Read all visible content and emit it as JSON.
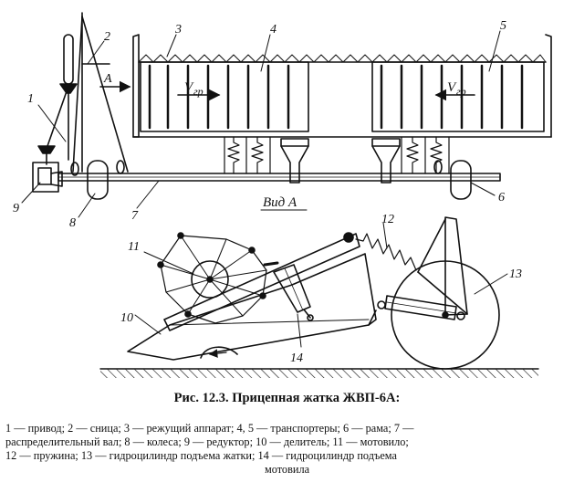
{
  "figure": {
    "labels": {
      "n1": "1",
      "n2": "2",
      "n3": "3",
      "n4": "4",
      "n5": "5",
      "n6": "6",
      "n7": "7",
      "n8": "8",
      "n9": "9",
      "n10": "10",
      "n11": "11",
      "n12": "12",
      "n13": "13",
      "n14": "14",
      "view_arrow": "A",
      "view_title": "Вид А",
      "v_left": "V",
      "v_left_sub": "гр",
      "v_right": "V",
      "v_right_sub": "гр"
    }
  },
  "caption": "Рис. 12.3. Прицепная жатка ЖВП-6А:",
  "legend": {
    "line1": "1 — привод; 2 — сница; 3 — режущий аппарат; 4, 5 — транспортеры; 6 — рама; 7 —",
    "line2": "распределительный вал; 8 — колеса; 9 — редуктор; 10 — делитель; 11 — мотовило;",
    "line3": "12 — пружина;   13 — гидроцилиндр  подъема  жатки;  14 — гидроцилиндр подъема",
    "line4": "мотовила"
  }
}
